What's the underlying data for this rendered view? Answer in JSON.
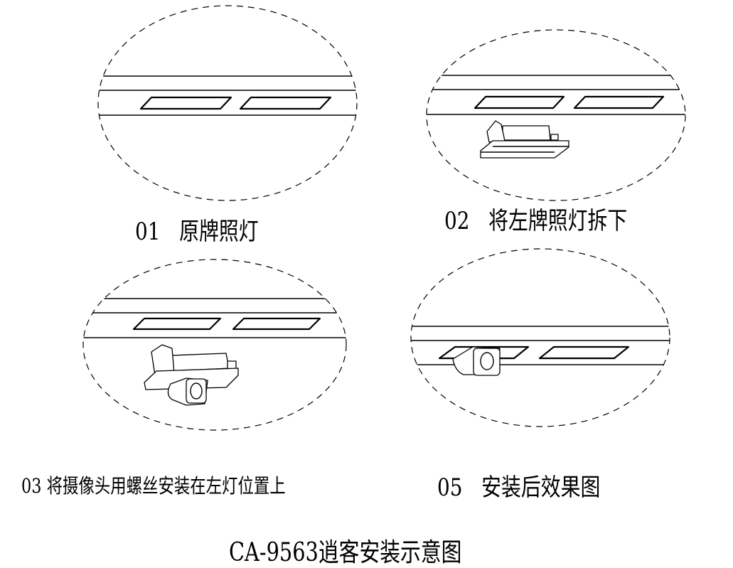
{
  "steps": [
    {
      "number": "01",
      "caption": "原牌照灯"
    },
    {
      "number": "02",
      "caption": "将左牌照灯拆下"
    },
    {
      "number": "03",
      "caption": "将摄像头用螺丝安装在左灯位置上"
    },
    {
      "number": "05",
      "caption": "安装后效果图"
    }
  ],
  "title": "CA-9563逍客安装示意图"
}
